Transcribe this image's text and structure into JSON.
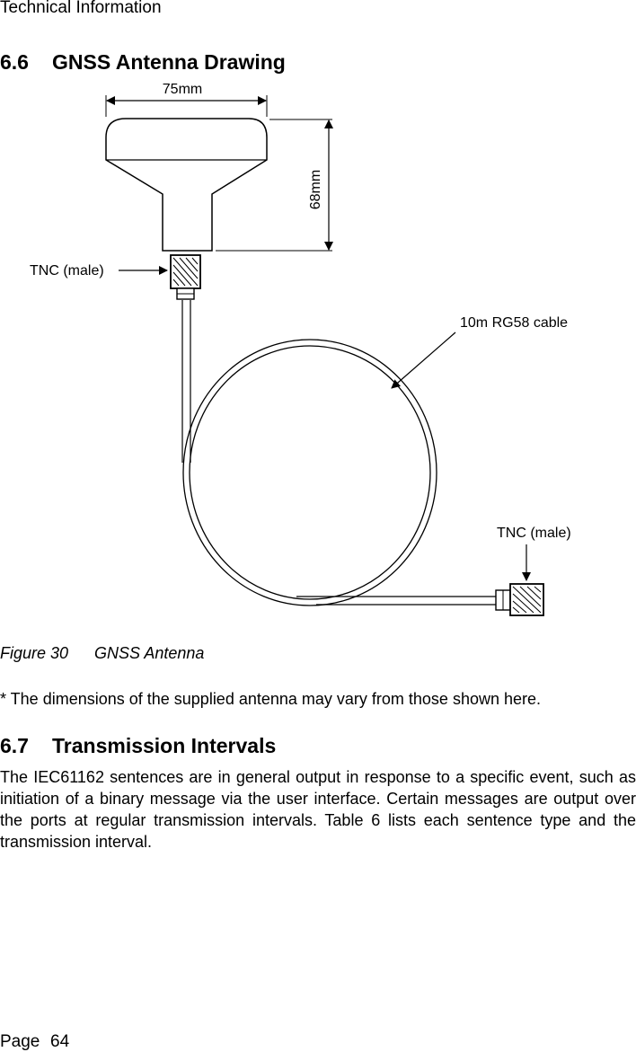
{
  "header": {
    "running_title": "Technical Information"
  },
  "section_1": {
    "number": "6.6",
    "title": "GNSS Antenna Drawing"
  },
  "drawing": {
    "width_dimension": "75mm",
    "height_dimension": "68mm",
    "top_connector_label": "TNC (male)",
    "cable_label": "10m RG58 cable",
    "end_connector_label": "TNC (male)"
  },
  "figure": {
    "number": "Figure 30",
    "title": "GNSS Antenna"
  },
  "note": "* The dimensions of the supplied antenna may vary from those shown here.",
  "section_2": {
    "number": "6.7",
    "title": "Transmission Intervals"
  },
  "paragraph": "The IEC61162 sentences are in general output in response to a specific event, such as initiation of a binary message via the user interface. Certain messages are output over the ports at regular transmission intervals. Table 6 lists each sentence type and the transmission interval.",
  "footer": {
    "page_label": "Page",
    "page_number": "64"
  }
}
